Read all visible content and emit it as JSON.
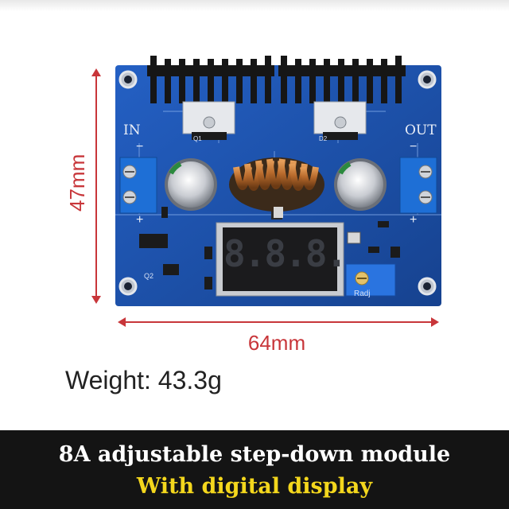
{
  "dimensions": {
    "height_label": "47mm",
    "width_label": "64mm",
    "arrow_color": "#c8363a"
  },
  "weight_text": "Weight: 43.3g",
  "board": {
    "color": "#1c4fb0",
    "in_label": "IN",
    "out_label": "OUT",
    "q1_label": "Q1",
    "d2_label": "D2",
    "q2_label": "Q2",
    "radj_label": "Radj",
    "plus_left": "+",
    "plus_right": "+",
    "minus_left": "−",
    "minus_right": "−",
    "display_digits": "8.8.8."
  },
  "banner": {
    "line1": "8A adjustable step-down module",
    "line2": "With digital display",
    "line2_color": "#f4d71d"
  }
}
